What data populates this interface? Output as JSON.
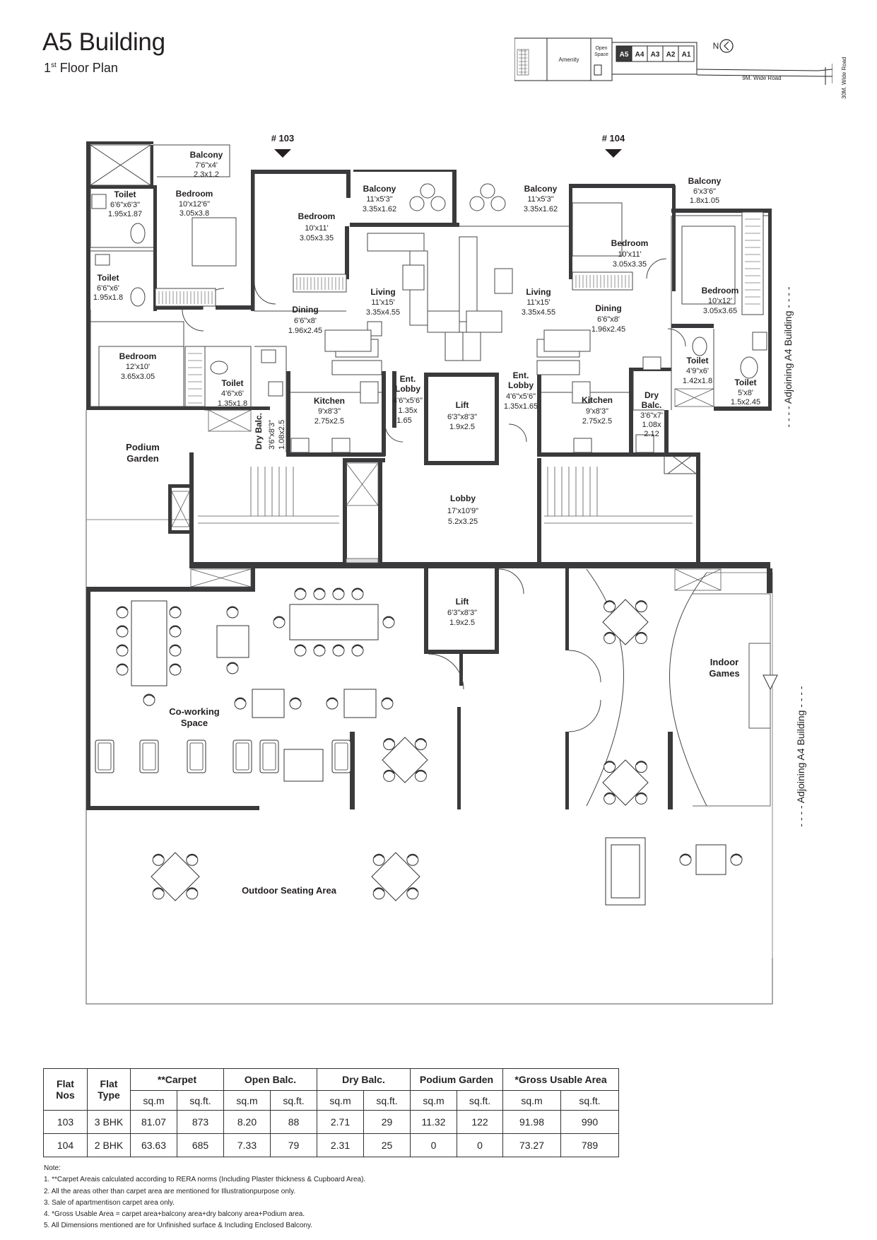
{
  "header": {
    "title": "A5 Building",
    "subtitle_prefix": "1",
    "subtitle_sup": "st",
    "subtitle_suffix": " Floor Plan"
  },
  "keyplan": {
    "amenity": "Amenity",
    "open_space_1": "Open",
    "open_space_2": "Space",
    "buildings": [
      "A5",
      "A4",
      "A3",
      "A2",
      "A1"
    ],
    "road_9m": "9M. Wide Road",
    "road_30m": "30M. Wide Road",
    "north": "N"
  },
  "flat_markers": [
    "# 103",
    "# 104"
  ],
  "rooms": {
    "balcony_103a": {
      "name": "Balcony",
      "d1": "7'6\"x4'",
      "d2": "2.3x1.2"
    },
    "toilet_103a": {
      "name": "Toilet",
      "d1": "6'6\"x6'3\"",
      "d2": "1.95x1.87"
    },
    "bedroom_103a": {
      "name": "Bedroom",
      "d1": "10'x12'6\"",
      "d2": "3.05x3.8"
    },
    "toilet_103b": {
      "name": "Toilet",
      "d1": "6'6\"x6'",
      "d2": "1.95x1.8"
    },
    "bedroom_103b": {
      "name": "Bedroom",
      "d1": "10'x11'",
      "d2": "3.05x3.35"
    },
    "balcony_103b": {
      "name": "Balcony",
      "d1": "11'x5'3\"",
      "d2": "3.35x1.62"
    },
    "living_103": {
      "name": "Living",
      "d1": "11'x15'",
      "d2": "3.35x4.55"
    },
    "dining_103": {
      "name": "Dining",
      "d1": "6'6\"x8'",
      "d2": "1.96x2.45"
    },
    "bedroom_103c": {
      "name": "Bedroom",
      "d1": "12'x10'",
      "d2": "3.65x3.05"
    },
    "toilet_103c": {
      "name": "Toilet",
      "d1": "4'6\"x6'",
      "d2": "1.35x1.8"
    },
    "drybalc_103": {
      "name": "Dry Balc.",
      "d1": "3'6\"x8'3\"",
      "d2": "1.08x2.5"
    },
    "kitchen_103": {
      "name": "Kitchen",
      "d1": "9'x8'3\"",
      "d2": "2.75x2.5"
    },
    "entlobby_103": {
      "name1": "Ent.",
      "name2": "Lobby",
      "d1": "4'6\"x5'6\"",
      "d2": "1.35x",
      "d3": "1.65"
    },
    "lift_1": {
      "name": "Lift",
      "d1": "6'3\"x8'3\"",
      "d2": "1.9x2.5"
    },
    "entlobby_104": {
      "name1": "Ent.",
      "name2": "Lobby",
      "d1": "4'6\"x5'6\"",
      "d2": "1.35x1.65"
    },
    "balcony_104a": {
      "name": "Balcony",
      "d1": "11'x5'3\"",
      "d2": "3.35x1.62"
    },
    "living_104": {
      "name": "Living",
      "d1": "11'x15'",
      "d2": "3.35x4.55"
    },
    "dining_104": {
      "name": "Dining",
      "d1": "6'6\"x8'",
      "d2": "1.96x2.45"
    },
    "bedroom_104a": {
      "name": "Bedroom",
      "d1": "10'x11'",
      "d2": "3.05x3.35"
    },
    "balcony_104b": {
      "name": "Balcony",
      "d1": "6'x3'6\"",
      "d2": "1.8x1.05"
    },
    "bedroom_104b": {
      "name": "Bedroom",
      "d1": "10'x12'",
      "d2": "3.05x3.65"
    },
    "toilet_104a": {
      "name": "Toilet",
      "d1": "4'9\"x6'",
      "d2": "1.42x1.8"
    },
    "toilet_104b": {
      "name": "Toilet",
      "d1": "5'x8'",
      "d2": "1.5x2.45"
    },
    "kitchen_104": {
      "name": "Kitchen",
      "d1": "9'x8'3\"",
      "d2": "2.75x2.5"
    },
    "drybalc_104": {
      "name1": "Dry",
      "name2": "Balc.",
      "d1": "3'6\"x7'",
      "d2": "1.08x",
      "d3": "2.12"
    },
    "lobby": {
      "name": "Lobby",
      "d1": "17'x10'9\"",
      "d2": "5.2x3.25"
    },
    "lift_2": {
      "name": "Lift",
      "d1": "6'3\"x8'3\"",
      "d2": "1.9x2.5"
    },
    "podium": {
      "name1": "Podium",
      "name2": "Garden"
    },
    "coworking": {
      "name1": "Co-working",
      "name2": "Space"
    },
    "indoor": {
      "name1": "Indoor",
      "name2": "Games"
    },
    "outdoor": {
      "name": "Outdoor Seating Area"
    }
  },
  "adjoining": "- - - - Adjoining A4 Building - - - -",
  "area_table": {
    "headers": {
      "flat_nos": [
        "Flat",
        "Nos"
      ],
      "flat_type": [
        "Flat",
        "Type"
      ],
      "carpet": "**Carpet",
      "open_balc": "Open Balc.",
      "dry_balc": "Dry Balc.",
      "podium": "Podium Garden",
      "gross": "*Gross Usable Area"
    },
    "units": [
      "sq.m",
      "sq.ft.",
      "sq.m",
      "sq.ft.",
      "sq.m",
      "sq.ft.",
      "sq.m",
      "sq.ft.",
      "sq.m",
      "sq.ft."
    ],
    "rows": [
      [
        "103",
        "3 BHK",
        "81.07",
        "873",
        "8.20",
        "88",
        "2.71",
        "29",
        "11.32",
        "122",
        "91.98",
        "990"
      ],
      [
        "104",
        "2 BHK",
        "63.63",
        "685",
        "7.33",
        "79",
        "2.31",
        "25",
        "0",
        "0",
        "73.27",
        "789"
      ]
    ]
  },
  "notes": {
    "heading": "Note:",
    "items": [
      "1.  **Carpet Areais calculated according to RERA norms (Including Plaster thickness & Cupboard Area).",
      "2.  All the areas other than carpet area are mentioned for Illustrationpurpose only.",
      "3.  Sale of apartmentison carpet area only.",
      "4.  *Gross Usable Area = carpet area+balcony area+dry balcony area+Podium area.",
      "5.  All Dimensions mentioned are for Unfinished surface & Including Enclosed Balcony."
    ]
  }
}
